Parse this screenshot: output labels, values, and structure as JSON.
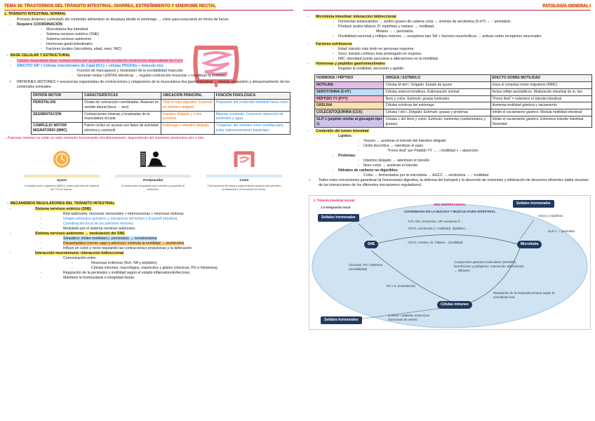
{
  "header": {
    "title": "TEMA 18: TRASTORNOS DEL TRÁNSITO INTESTINAL. DIARREA, ESTREÑIMIENTO Y SÍNDROME RECTAL",
    "subject": "PATOLOGÍA GENERAL I"
  },
  "left": {
    "s1_title": "1.    TRÁNSITO INTESTINAL NORMAL",
    "s1_items": [
      "Proceso dinámico controlado del contenido alimenticio se desplaza desde el estómago → colon para evacuarse en forma de heces",
      "Requiere COORDINACIÓN"
    ],
    "coord_items": [
      "Musculatura lisa intestinal",
      "Sistema nervioso entérico (SNE)",
      "Sistema nervioso autónomo",
      "Hormonas gastrointestinales",
      "Factores locales (microbiota, edad, sexo, IMC)"
    ],
    "s2_title": "BASE CELULAR Y ESTRUCTURAL",
    "cell_line1": "Células musculares lisas: contracciones por acoplamiento excitación-contracción dependiente de Ca2+",
    "cell_line2": "SINCITIO SIP = Células intersticiales de Cajal (ICC) + células PDGFRα + músculo liso",
    "sip_items": [
      "Función de marcapasos y modulador de la excitabilidad muscular.",
      "Generan ondas LENTAS eléctricas → regulan contracción muscular + coordinan la motilidad"
    ],
    "patrones_line": "PATRONES MOTORES = secuencias organizadas de contracciones y relajaciones de la musculatura lisa gastrointestinal → mezcla, propulsión y almacenamiento de los contenidos luminales.",
    "table1": {
      "headers": [
        "PATRÓN MOTOR",
        "CARACTERÍSTICAS",
        "UBICACIÓN PRINCIPAL",
        "FUNCIÓN FISIOLÓGICA"
      ],
      "rows": [
        [
          "PERISTALSIS",
          "Ondas de contracción coordinadas. Avanzan en sentido aboral (boca → ano)",
          "Todo el tubo digestivo. Especial en intestino delgado",
          "Propulsión del contenido intestinal hacia colon"
        ],
        [
          "SEGMENTACIÓN",
          "Contracciones rítmicas y localizadas de la musculatura circular",
          "Intestino delgado y colon proximal",
          "Mezclar contenido. Favorecer absorción de nutrientes y agua"
        ],
        [
          "COMPLEJO MOTOR MIGRATORIO (MMC)",
          "Patrón cíclico en ayunas con fases de actividad eléctrica y contráctil",
          "Estómago e intestino delgado",
          "\"Limpieza\" del intestino entre comidas para evitar sobrecrecimiento bacteriano"
        ]
      ]
    },
    "note": "→Patrones motores no están en todo momento funcionando simultáneamente, dependiendo del momento predomina uno u otro",
    "pics": [
      {
        "caption": "Ayuno",
        "desc": "Complejo motor migratorio (MMC): cuatro patrones de limpieza del TGI en reposo."
      },
      {
        "caption": "Postprandial",
        "desc": "Contracciones irregulares que mezclan y propulsan el contenido."
      },
      {
        "caption": "Colon",
        "desc": "Contracciones de masa y segmentación haustral que permiten la absorción y la formación de heces."
      }
    ],
    "s3_title": "MECANISMOS REGULADORES DEL TRÁNSITO INTESTINAL",
    "sne_title": "Sistema nervioso entérico (SNE)",
    "sne_items": [
      "Red autónoma: neuronas sensoriales + interneuronas + neuronas motoras",
      "Integra estímulos químicos y mecánicos del lumen y la pared intestinal.",
      "Coordinación local de los patrones motores.",
      "Modulado por el sistema nervioso autónomo."
    ],
    "sna_title": "Sistema nervioso autónomo → modulación del SNE",
    "sna_items": [
      "Simpático: inhibe motilidad (↓ peristalsis) → noradrenalina",
      "Parasimpático (nervio vago y pélvicos): estimula la motilidad → acetilcolina",
      "Influye en colon y recto regulando las contracciones propulsivas y la defecación"
    ],
    "neuro_title": "Interacción neuroinmune: interacción bidireccional",
    "neuro_sub": "Comunicación entre:",
    "neuro_items": [
      "Neuronas entéricas (Ach, NA y péptidos)",
      "Células inmunes: macrófagos, mastocitos y gliales (citocinas, PG e histamina)."
    ],
    "neuro_tail": [
      "Regulación de la peristalsis y motilidad según el estado inflamatorio/infeccioso.",
      "Mantiene la homeostasis e integridad tisular."
    ]
  },
  "right": {
    "micro_title": "Microbiota intestinal: interacción bidireccional",
    "micro_items": [
      "Fermentan polisacáridos → ácidos grasos de cadena corta → síntesis de serotonina (5-HT) → ↑ peristalsis",
      "Produce ácidos biliares 2ª, triptófano y metano → motilidad.",
      "Flexibilidad neuronal y reflejos motores → receptores tipo Toll + factores neurotróficos → activan sobre receptores neuronales"
    ],
    "metano": "Metano → ↓ peristalsis.",
    "fext_title": "Factores extrínsecos",
    "fext_items": [
      "Edad: tránsito más lento en personas mayores.",
      "Sexo: tránsito colónico más prolongado en mujeres.",
      "IMC: obesidad puede asociarse a alteraciones en la motilidad."
    ],
    "horm_title": "Hormonas y péptidos gastrointestinales",
    "horm_item": "Regulan la motilidad, secreción y apetito",
    "table2": {
      "headers": [
        "HORMONA / PÉPTIDO",
        "ORIGEN / ESTÍMULO",
        "EFECTO SOBRE MOTILIDAD"
      ],
      "rows": [
        [
          "MOTILINA",
          "Células M del I. Delgado. Estado de ayuno",
          "Inicia el complejo motor migratorio (MMC)"
        ],
        [
          "SEROTONINA (5-HT)",
          "Células enterocromafines. Estimulación luminal",
          "Activa reflejo peristálticos. Modulación intestinal de m. liso"
        ],
        [
          "PÉPTIDO YY (PYY)",
          "Íleon y colon. Estímulo: grasas luminales",
          "\"Freno ileal\" = enlentece el tránsito intestinal"
        ],
        [
          "GRELINA",
          "Células oxínticas del estómago",
          "Aumenta motilidad gástrica y vaciamiento"
        ],
        [
          "COLECISTOQUININA (CCK)",
          "Células I del I. Delgado. Estímulo: grasas y proteínas",
          "Inhibe el vaciamiento gástrico. Modula motilidad intestinal"
        ],
        [
          "GLP-1 (péptido similar al glucagón tipo 1)",
          "Células L del íleon y colon. Estímulo: nutrientes (carbohidratos y grasas)",
          "Inhibe el vaciamiento gástrico. Enlentece tránsito intestinal. Saciedad"
        ]
      ]
    },
    "lumen_title": "Contenido del lumen intestinal",
    "lipidos_title": "Lípidos:",
    "lipidos_items": [
      "Yeyuno → aceleran el tránsito del intestino delgado",
      "Unión ileocólica → ralentizan el paso",
      "\"Freno ileal\" por Péptido YY → ↓ motilidad + ↑ absorción."
    ],
    "prot_title": "Proteínas:",
    "prot_items": [
      "Intestino delgado → ralentizan el tránsito",
      "Íleon-colon → aceleran el tránsito."
    ],
    "hc_title": "Hidratos de carbono no digeribles:",
    "hc_item": "Colon → fermentados por la microbiota → AGCC → serotonina → ↑ motilidad",
    "summary": "Todos estos mecanismos garantizan la homeostasis digestiva, la defensa del huésped y la absorción de nutrientes y eliminación de desechos eficientes (tabla resumen de las interacciones de los diferentes mecanismos reguladores).",
    "diagram": {
      "title": "1.    Tránsito intestinal normal",
      "subtitle": "1.3 Integración local",
      "center_title": "RED BIDIRECCIONAL",
      "center_sub": "COORDINADA EN LA MUCOSA Y MUSCULATURA INTESTINAL",
      "nodes": {
        "tl": "Señales hormonales",
        "tr": "Señales hormonales",
        "bl": "Señales hormonales",
        "sne": "SNE",
        "micro": "Microbiota",
        "inmune": "Células inmunes"
      },
      "labels": {
        "a1": "ACh, NO, serotonina, VIP, sustancia P...",
        "a2": "AGCC, serotonina (+ motilidad), triptófano...",
        "a3": "AGCC, metano, ác. biliares... (motilidad)",
        "a4": "AGCC y triptófano",
        "a5": "GLP-1, + peristalsis",
        "a6": "Citocinas, PG, histamina (sensibilidad)",
        "a7": "NT e IL (modulación)",
        "a8": "Comprenden patrones moleculares (MAMPs) beneficiosos y patógenos. Interacción: alteraciones → disbiosis",
        "a9": "Modulación de la respuesta inmune según la microbiota local",
        "a10": "Cortisol + péptidos endocrinos (hormonas de estrés)"
      }
    }
  }
}
